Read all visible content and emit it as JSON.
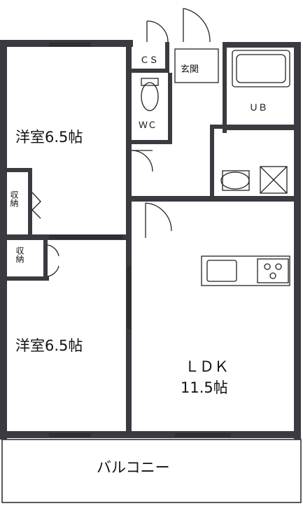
{
  "rooms": {
    "western_room_1": "洋室6.5帖",
    "western_room_2": "洋室6.5帖",
    "ldk_name": "ＬＤＫ",
    "ldk_size": "11.5帖",
    "closet_cs": "ＣＳ",
    "entrance": "玄関",
    "toilet": "ＷＣ",
    "bath": "ＵＢ",
    "storage_1": "収納",
    "storage_2": "収納",
    "balcony": "バルコニー"
  },
  "colors": {
    "wall": "#3a3a40",
    "line": "#222222",
    "background": "#ffffff"
  }
}
